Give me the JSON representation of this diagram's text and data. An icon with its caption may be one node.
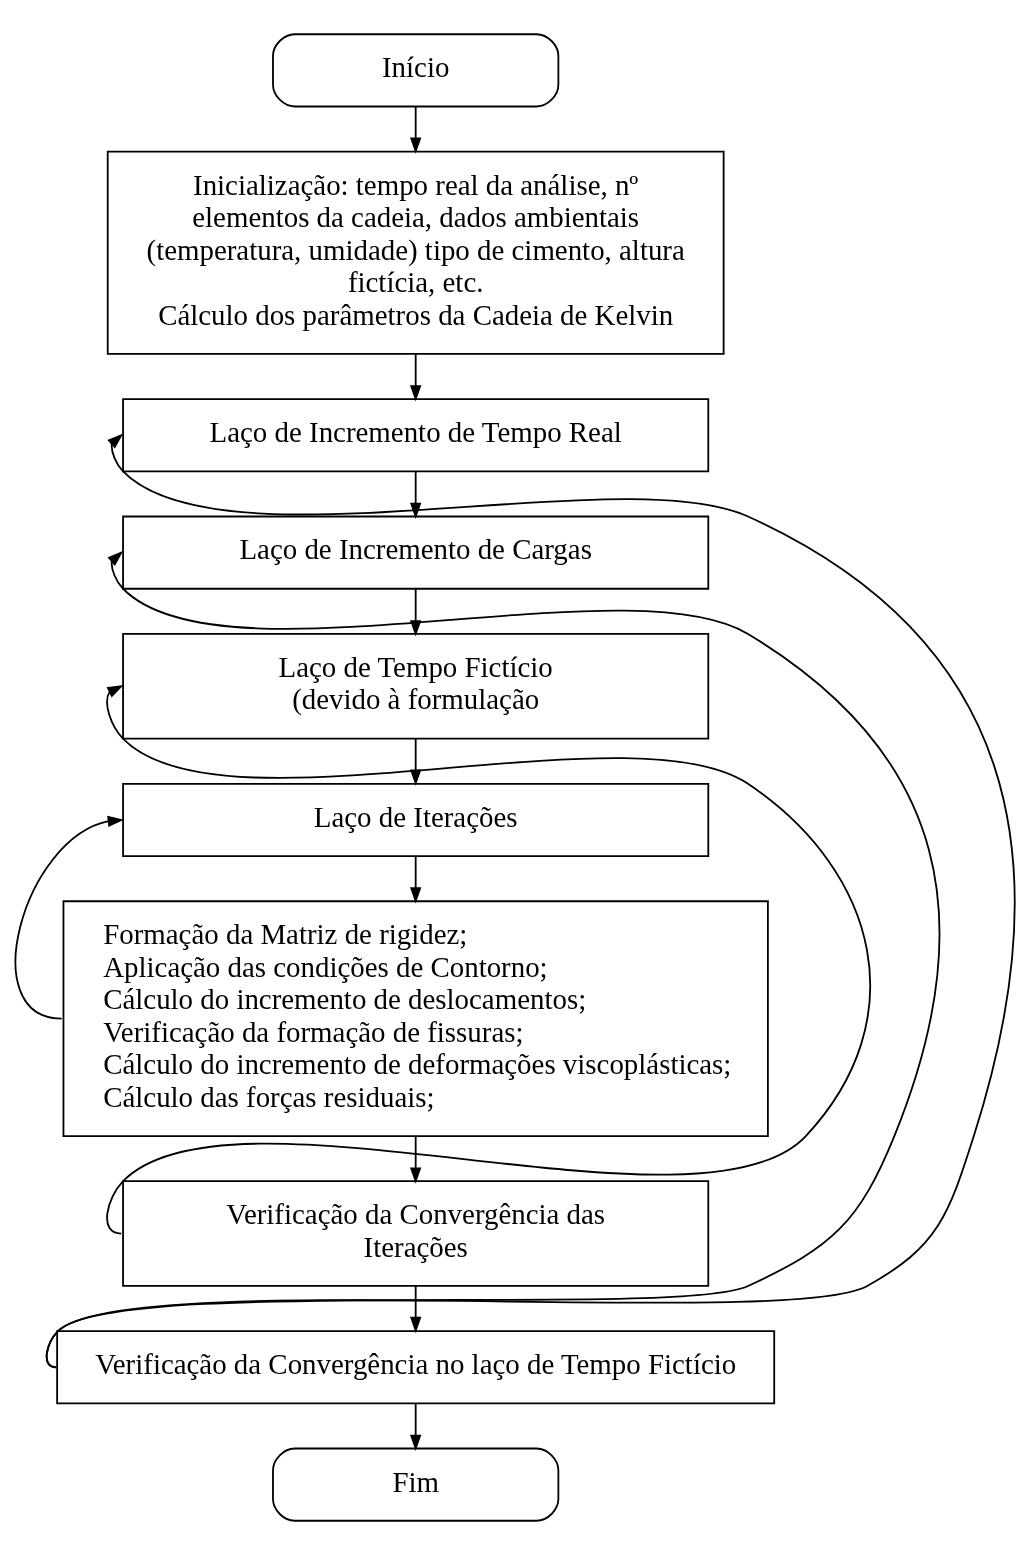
{
  "diagram": {
    "nodes": [
      {
        "text": [
          "Início"
        ]
      },
      {
        "text": [
          "Inicialização: tempo real da análise, nº elementos da cadeia, dados ambientais (temperatura, umidade) tipo de cimento, altura fictícia, etc.",
          "Cálculo dos parâmetros da Cadeia de Kelvin"
        ]
      },
      {
        "text": [
          "Laço de Incremento de Tempo Real"
        ]
      },
      {
        "text": [
          "Laço de Incremento de Cargas"
        ]
      },
      {
        "text": [
          "Laço de Tempo Fictício (devido à formulação"
        ]
      },
      {
        "text": [
          "Laço de Iterações"
        ]
      },
      {
        "text": [
          "Formação da Matriz de rigidez;",
          "Aplicação das condições de Contorno;",
          "Cálculo do incremento de deslocamentos;",
          "Verificação da formação de fissuras;",
          "Cálculo do incremento de deformações viscoplásticas;",
          "Cálculo das forças residuais;"
        ]
      },
      {
        "text": [
          "Verificação da Convergência das Iterações"
        ]
      },
      {
        "text": [
          "Verificação da Convergência no laço de Tempo Fictício"
        ]
      },
      {
        "text": [
          "Fim"
        ]
      }
    ],
    "edges": [
      {
        "from": 0,
        "to": 1,
        "arrow": "to"
      },
      {
        "from": 1,
        "to": 2,
        "arrow": "to"
      },
      {
        "from": 2,
        "to": 3,
        "arrow": "to"
      },
      {
        "from": 3,
        "to": 4,
        "arrow": "to"
      },
      {
        "from": 4,
        "to": 5,
        "arrow": "to"
      },
      {
        "from": 5,
        "to": 6,
        "arrow": "to"
      },
      {
        "from": 6,
        "to": 7,
        "arrow": "to"
      },
      {
        "from": 6,
        "to": 5,
        "arrow": "to"
      },
      {
        "from": 7,
        "to": 8,
        "arrow": "to"
      },
      {
        "from": 7,
        "to": 4,
        "arrow": "to"
      },
      {
        "from": 8,
        "to": 9,
        "arrow": "to"
      },
      {
        "from": 8,
        "to": 3,
        "arrow": "to"
      },
      {
        "from": 8,
        "to": 2,
        "arrow": "to"
      }
    ]
  }
}
